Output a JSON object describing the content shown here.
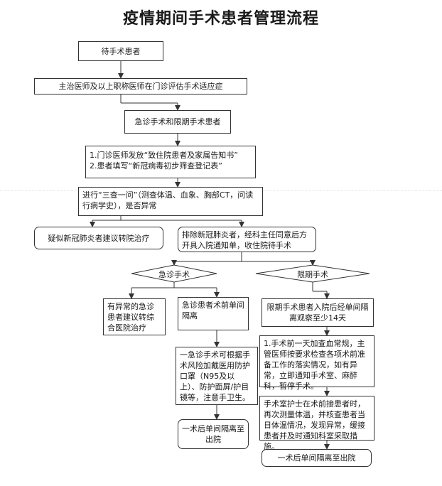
{
  "title": "疫情期间手术患者管理流程",
  "nodes": {
    "start": "待手术患者",
    "assess": "主治医师及以上职称医师在门诊评估手术适应症",
    "urgent_and_limited": "急诊手术和限期手术患者",
    "notice_line1": "1.门诊医师发放“致住院患者及家属告知书”",
    "notice_line2": "2.患者填写“新冠病毒初步筛查登记表”",
    "screen": "进行“三查一问”（测查体温、血象、胸部CT，问读行病学史），是否异常",
    "suspect": "疑似新冠肺炎者建议转院治疗",
    "exclude": "排除新冠肺炎者，经科主任同意后方开具入院通知单，收住院待手术",
    "urgent_surgery": "急诊手术",
    "limited_surgery": "限期手术",
    "urgent_abnormal": "有异常的急诊患者建议转综合医院治疗",
    "urgent_isolate": "急诊患者术前单间隔离",
    "urgent_protect": "一急诊手术可根据手术风险加戴医用防护口罩（N95及以上）、防护面屏/护目镜等，注意手卫生。",
    "urgent_post": "一术后单间隔离至出院",
    "limited_observe": "限期手术患者入院后经单间隔离观察至少14天",
    "limited_check": "1.手术前一天加查血常规，主管医师按要求检查各项术前准备工作的落实情况，如有异常，立即通知手术室、麻醉科，暂停手术。",
    "limited_nurse": "手术室护士在术前接患者时，再次测量体温，并核查患者当日体温情况，发现异常，缓接患者并及时通知科室采取措施。",
    "limited_post": "一术后单间隔离至出院"
  }
}
